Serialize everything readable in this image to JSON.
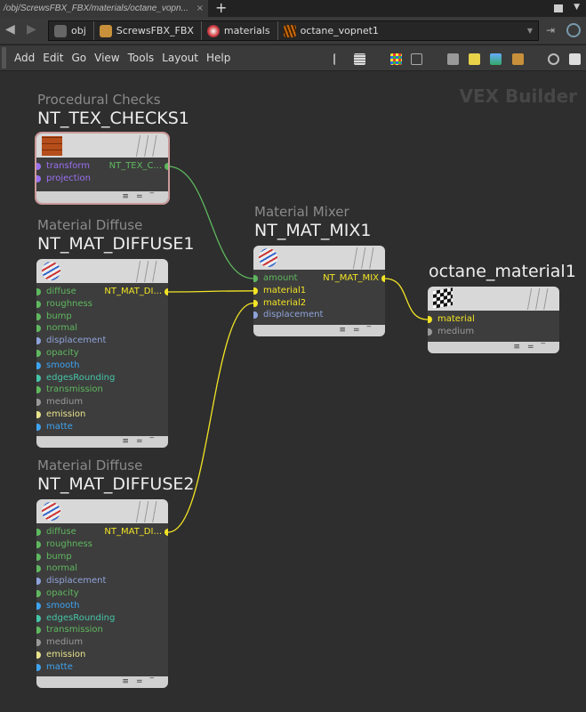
{
  "tab": {
    "title": "/obj/ScrewsFBX_FBX/materials/octane_vopn...",
    "close": "×",
    "new": "+"
  },
  "breadcrumbs": [
    {
      "label": "obj",
      "color": "#666"
    },
    {
      "label": "ScrewsFBX_FBX",
      "color": "#c8903a"
    },
    {
      "label": "materials",
      "color": "#c33"
    },
    {
      "label": "octane_vopnet1",
      "color": "#c86a10"
    }
  ],
  "menu": [
    "Add",
    "Edit",
    "Go",
    "View",
    "Tools",
    "Layout",
    "Help"
  ],
  "watermark": "VEX Builder",
  "colors": {
    "green": "#5fb85f",
    "purple": "#9a70f0",
    "lavender": "#8fa3da",
    "blue": "#3fa3ef",
    "teal": "#45c6a8",
    "grey": "#9a9a9a",
    "pale": "#e8e38c",
    "yellow": "#f2e425"
  },
  "nodes": {
    "checks": {
      "type": "Procedural Checks",
      "name": "NT_TEX_CHECKS1",
      "output": "NT_TEX_C...",
      "output_color": "green",
      "icon": "brick-icon",
      "inputs": [
        {
          "label": "transform",
          "color": "purple"
        },
        {
          "label": "projection",
          "color": "purple"
        }
      ]
    },
    "diffuse1": {
      "type": "Material Diffuse",
      "name": "NT_MAT_DIFFUSE1",
      "output": "NT_MAT_DI...",
      "output_color": "yellow",
      "icon": "material-ball-icon",
      "inputs": [
        {
          "label": "diffuse",
          "color": "green"
        },
        {
          "label": "roughness",
          "color": "green"
        },
        {
          "label": "bump",
          "color": "green"
        },
        {
          "label": "normal",
          "color": "green"
        },
        {
          "label": "displacement",
          "color": "lavender"
        },
        {
          "label": "opacity",
          "color": "green"
        },
        {
          "label": "smooth",
          "color": "blue"
        },
        {
          "label": "edgesRounding",
          "color": "teal"
        },
        {
          "label": "transmission",
          "color": "green"
        },
        {
          "label": "medium",
          "color": "grey"
        },
        {
          "label": "emission",
          "color": "pale"
        },
        {
          "label": "matte",
          "color": "blue"
        }
      ]
    },
    "diffuse2": {
      "type": "Material Diffuse",
      "name": "NT_MAT_DIFFUSE2",
      "output": "NT_MAT_DI...",
      "output_color": "yellow",
      "icon": "material-ball-icon",
      "inputs": [
        {
          "label": "diffuse",
          "color": "green"
        },
        {
          "label": "roughness",
          "color": "green"
        },
        {
          "label": "bump",
          "color": "green"
        },
        {
          "label": "normal",
          "color": "green"
        },
        {
          "label": "displacement",
          "color": "lavender"
        },
        {
          "label": "opacity",
          "color": "green"
        },
        {
          "label": "smooth",
          "color": "blue"
        },
        {
          "label": "edgesRounding",
          "color": "teal"
        },
        {
          "label": "transmission",
          "color": "green"
        },
        {
          "label": "medium",
          "color": "grey"
        },
        {
          "label": "emission",
          "color": "pale"
        },
        {
          "label": "matte",
          "color": "blue"
        }
      ]
    },
    "mix": {
      "type": "Material Mixer",
      "name": "NT_MAT_MIX1",
      "output": "NT_MAT_MIX",
      "output_color": "yellow",
      "icon": "material-ball-icon",
      "inputs": [
        {
          "label": "amount",
          "color": "green"
        },
        {
          "label": "material1",
          "color": "yellow"
        },
        {
          "label": "material2",
          "color": "yellow"
        },
        {
          "label": "displacement",
          "color": "lavender"
        }
      ]
    },
    "octane": {
      "type": "",
      "name": "octane_material1",
      "output": "",
      "icon": "checkered-flag-icon",
      "inputs": [
        {
          "label": "material",
          "color": "yellow"
        },
        {
          "label": "medium",
          "color": "grey"
        }
      ]
    }
  },
  "connections": [
    {
      "from": "checks",
      "to": "mix",
      "input": 0,
      "color": "green"
    },
    {
      "from": "diffuse1",
      "to": "mix",
      "input": 1,
      "color": "yellow"
    },
    {
      "from": "diffuse2",
      "to": "mix",
      "input": 2,
      "color": "yellow"
    },
    {
      "from": "mix",
      "to": "octane",
      "input": 0,
      "color": "yellow"
    }
  ]
}
